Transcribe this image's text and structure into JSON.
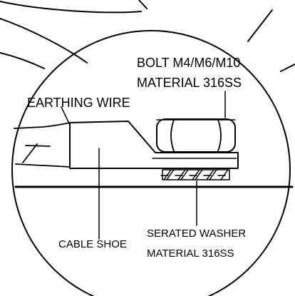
{
  "labels": {
    "bolt_line1": "BOLT M4/M6/M10",
    "bolt_line2": "MATERIAL 316SS",
    "earthing_wire": "EARTHING WIRE",
    "cable_shoe": "CABLE SHOE",
    "washer_line1": "SERATED WASHER",
    "washer_line2": "MATERIAL 316SS"
  }
}
